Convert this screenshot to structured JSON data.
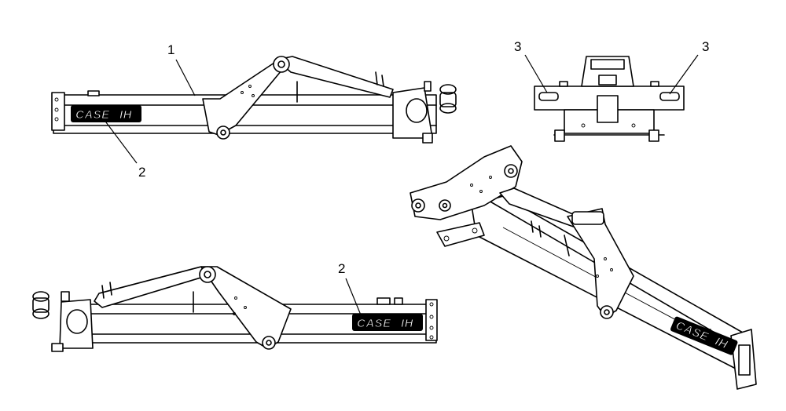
{
  "callouts": {
    "c1": "1",
    "c2_top": "2",
    "c2_bottom": "2",
    "c3_left": "3",
    "c3_right": "3"
  },
  "logo": {
    "text": "CASE",
    "suffix": "IH"
  },
  "colors": {
    "line": "#000000",
    "background": "#ffffff"
  }
}
